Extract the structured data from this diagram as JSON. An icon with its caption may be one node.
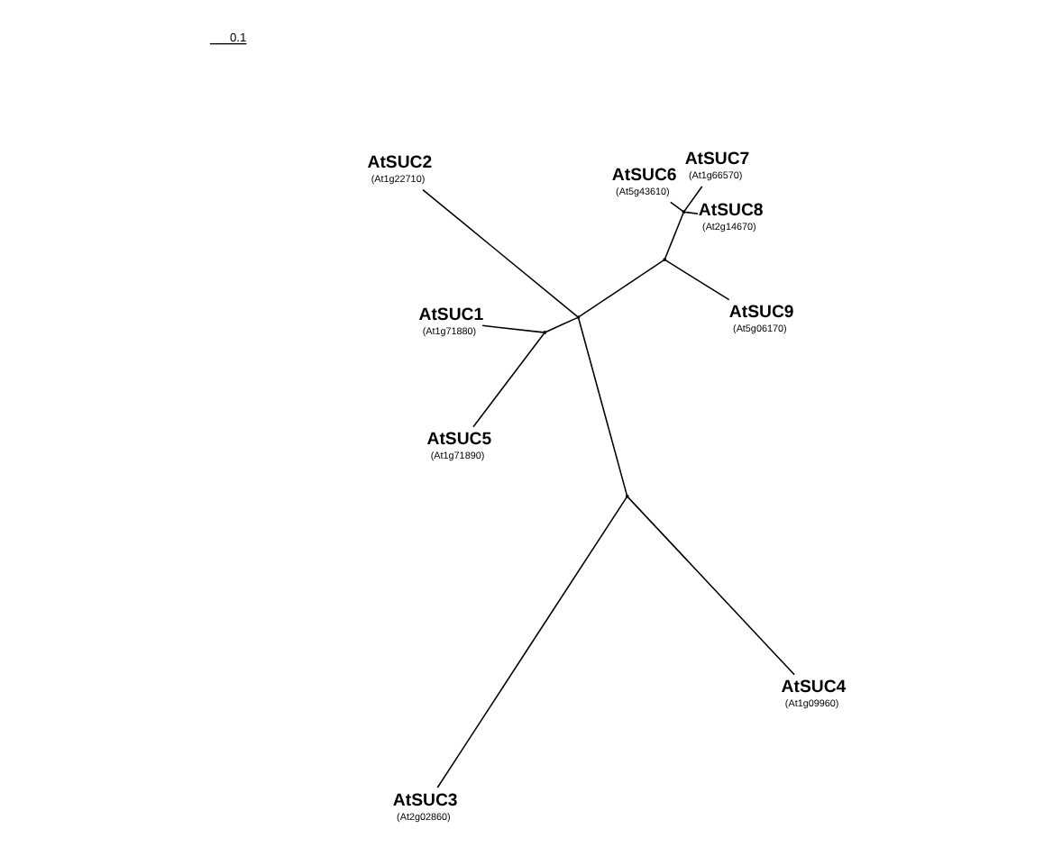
{
  "diagram": {
    "nodes": [
      {
        "text": [
          "AtSUC6",
          "(At5g43610)"
        ]
      },
      {
        "text": [
          "AtSUC8",
          "(At2g14670)"
        ]
      },
      {
        "text": [
          "AtSUC9",
          "(At5g06170)"
        ]
      },
      {
        "text": [
          "AtSUC7",
          "(At1g66570)"
        ]
      },
      {
        "text": [
          "AtSUC4",
          "(At1g09960)"
        ]
      },
      {
        "text": [
          "AtSUC2",
          "(At1g22710)"
        ]
      },
      {
        "text": [
          "AtSUC1",
          "(At1g71880)"
        ]
      },
      {
        "text": [
          "AtSUC5",
          "(At1g71890)"
        ]
      },
      {
        "text": [
          "AtSUC3",
          "(At2g02860)"
        ]
      },
      {
        "text": [],
        "shape": "point"
      },
      {
        "text": [],
        "shape": "point"
      },
      {
        "text": [],
        "shape": "point"
      },
      {
        "text": [],
        "shape": "point"
      },
      {
        "text": [],
        "shape": "point"
      }
    ],
    "edges": [
      {
        "from": 9,
        "to": 4,
        "arrow": "none"
      },
      {
        "from": 9,
        "to": 8,
        "arrow": "none"
      },
      {
        "from": 9,
        "to": 11,
        "arrow": "none"
      },
      {
        "from": 11,
        "to": 5,
        "arrow": "none"
      },
      {
        "from": 11,
        "to": 10,
        "arrow": "none"
      },
      {
        "from": 11,
        "to": 13,
        "arrow": "none"
      },
      {
        "from": 13,
        "to": 6,
        "arrow": "none"
      },
      {
        "from": 13,
        "to": 7,
        "arrow": "none"
      },
      {
        "from": 10,
        "to": 2,
        "arrow": "none"
      },
      {
        "from": 10,
        "to": 12,
        "arrow": "none"
      },
      {
        "from": 12,
        "to": 0,
        "arrow": "none"
      },
      {
        "from": 12,
        "to": 1,
        "arrow": "none"
      },
      {
        "from": 12,
        "to": 3,
        "arrow": "none"
      }
    ],
    "labels": [
      "0.1"
    ]
  }
}
